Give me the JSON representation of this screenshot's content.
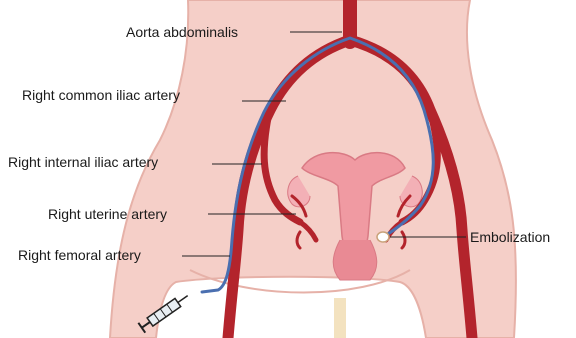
{
  "labels": {
    "aorta": "Aorta abdominalis",
    "common_iliac": "Right common iliac artery",
    "internal_iliac": "Right internal iliac artery",
    "uterine": "Right uterine artery",
    "femoral": "Right femoral artery",
    "embolization": "Embolization"
  },
  "colors": {
    "skin": "#f5cfc8",
    "skin_outline": "#e6b1a8",
    "artery": "#b3242c",
    "catheter": "#4a6fb0",
    "uterus": "#f09aa2",
    "embolus": "#ffffff"
  }
}
